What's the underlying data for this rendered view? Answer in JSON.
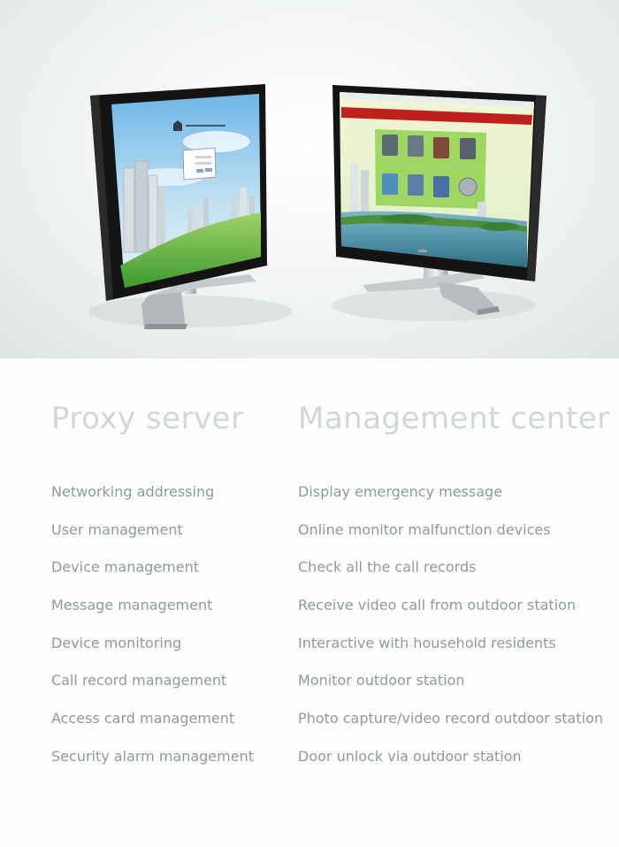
{
  "left_column": {
    "title": "Proxy server",
    "features": [
      "Networking addressing",
      "User management",
      "Device management",
      "Message management",
      "Device monitoring",
      "Call record management",
      "Access card management",
      "Security alarm management"
    ]
  },
  "right_column": {
    "title": "Management center",
    "features": [
      "Display emergency message",
      "Online monitor malfunction devices",
      "Check all the call records",
      "Receive video call from outdoor station",
      "Interactive with household residents",
      "Monitor outdoor station",
      "Photo capture/video record outdoor station",
      "Door unlock via outdoor station"
    ]
  },
  "colors": {
    "title": "#cfd8d5",
    "feature_text": "#8d9b97",
    "monitor_bezel": "#141414",
    "app_header": "#c0201c",
    "app_icon_panel": "#8fd14f"
  }
}
